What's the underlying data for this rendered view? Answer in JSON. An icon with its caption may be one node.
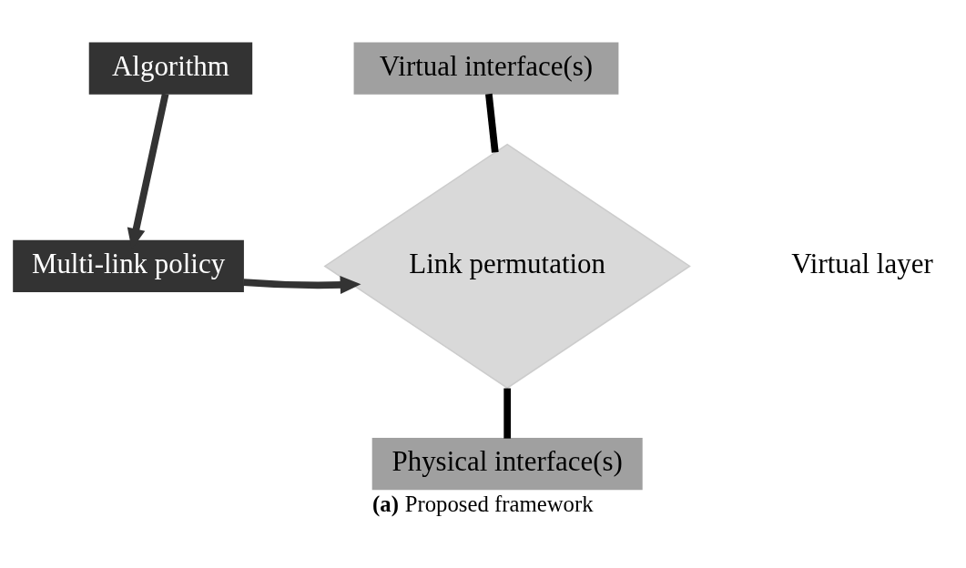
{
  "diagram": {
    "caption": "**(a)** Proposed framework",
    "nodes": [
      {
        "text": [
          "Virtual interface(s)"
        ]
      },
      {
        "text": [
          "Algorithm"
        ]
      },
      {
        "text": [
          "Multi-link policy"
        ]
      },
      {
        "text": [
          "Link permutation"
        ]
      },
      {
        "text": [
          "Physical interface(s)"
        ]
      }
    ],
    "edges": [
      {
        "from": 0,
        "to": 3,
        "arrow": "none"
      },
      {
        "from": 3,
        "to": 4,
        "arrow": "none"
      },
      {
        "from": 1,
        "to": 2,
        "arrow": "to",
        "color": "#333333"
      },
      {
        "from": 2,
        "to": 3,
        "arrow": "to",
        "color": "#333333"
      }
    ],
    "labels": [
      "Virtual layer"
    ]
  }
}
